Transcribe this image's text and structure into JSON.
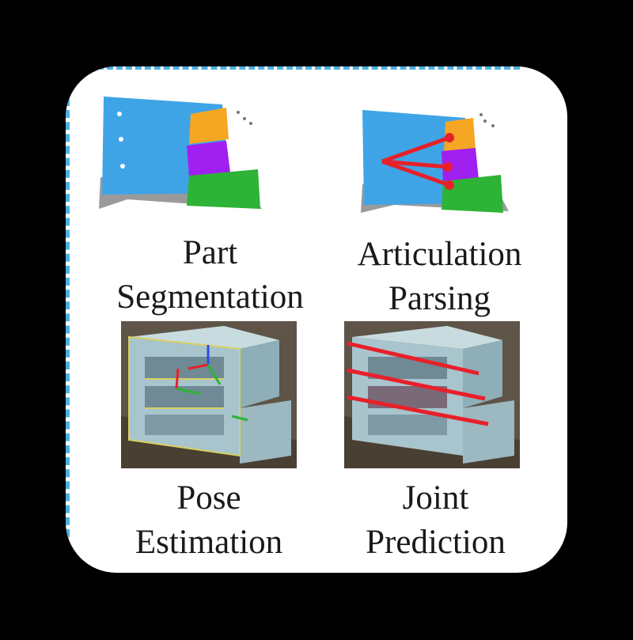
{
  "colors": {
    "dashed_border": "#4ab0e0",
    "part_blue": "#3fa4e6",
    "part_orange": "#f5a623",
    "part_purple": "#a020f0",
    "part_green": "#2db336",
    "joint_red": "#e8202a"
  },
  "panels": [
    {
      "id": "part-segmentation",
      "line1": "Part",
      "line2": "Segmentation"
    },
    {
      "id": "articulation-parsing",
      "line1": "Articulation",
      "line2": "Parsing"
    },
    {
      "id": "pose-estimation",
      "line1": "Pose",
      "line2": "Estimation"
    },
    {
      "id": "joint-prediction",
      "line1": "Joint",
      "line2": "Prediction"
    }
  ]
}
